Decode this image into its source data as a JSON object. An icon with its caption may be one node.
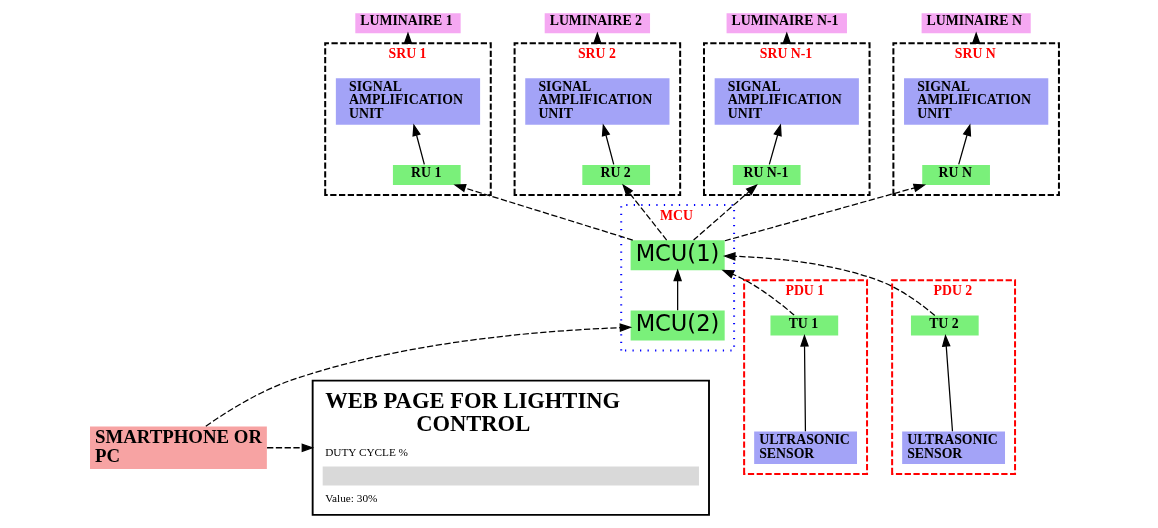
{
  "diagram": {
    "nodes": [
      {
        "text": [
          "LUMINAIRE 1"
        ]
      },
      {
        "text": [
          "LUMINAIRE 2"
        ]
      },
      {
        "text": [
          "LUMINAIRE N-1"
        ]
      },
      {
        "text": [
          "LUMINAIRE N"
        ]
      },
      {
        "text": [
          "SRU 1"
        ]
      },
      {
        "text": [
          "SIGNAL AMPLIFICATION UNIT"
        ],
        "in": 4
      },
      {
        "text": [
          "RU 1"
        ],
        "in": 4
      },
      {
        "text": [
          "SRU 2"
        ]
      },
      {
        "text": [
          "SIGNAL AMPLIFICATION UNIT"
        ],
        "in": 7
      },
      {
        "text": [
          "RU 2"
        ],
        "in": 7
      },
      {
        "text": [
          "SRU N-1"
        ]
      },
      {
        "text": [
          "SIGNAL AMPLIFICATION UNIT"
        ],
        "in": 10
      },
      {
        "text": [
          "RU N-1"
        ],
        "in": 10
      },
      {
        "text": [
          "SRU N"
        ]
      },
      {
        "text": [
          "SIGNAL AMPLIFICATION UNIT"
        ],
        "in": 13
      },
      {
        "text": [
          "RU N"
        ],
        "in": 13
      },
      {
        "text": [
          "WEB PAGE FOR LIGHTING CONTROL",
          "DUTY CYCLE %",
          "Value: 30%"
        ]
      },
      {
        "text": [
          "MCU"
        ]
      },
      {
        "text": [
          "MCU(2)"
        ],
        "in": 17
      },
      {
        "text": [
          "MCU(1)"
        ],
        "in": 17
      },
      {
        "text": [
          "SMARTPHONE OR PC"
        ]
      },
      {
        "text": [
          "PDU 1"
        ]
      },
      {
        "text": [
          "TU 1"
        ],
        "in": 21
      },
      {
        "text": [
          "ULTRASONIC SENSOR"
        ],
        "in": 21
      },
      {
        "text": [
          "PDU 2"
        ]
      },
      {
        "text": [
          "TU 2"
        ],
        "in": 24
      },
      {
        "text": [
          "ULTRASONIC SENSOR"
        ],
        "in": 24
      }
    ],
    "edges": [
      {
        "from": 4,
        "to": 0,
        "arrow": "to"
      },
      {
        "from": 7,
        "to": 1,
        "arrow": "to"
      },
      {
        "from": 10,
        "to": 2,
        "arrow": "to"
      },
      {
        "from": 13,
        "to": 3,
        "arrow": "to"
      },
      {
        "from": 6,
        "to": 5,
        "arrow": "to"
      },
      {
        "from": 9,
        "to": 8,
        "arrow": "to"
      },
      {
        "from": 12,
        "to": 11,
        "arrow": "to"
      },
      {
        "from": 15,
        "to": 14,
        "arrow": "to"
      },
      {
        "from": 19,
        "to": 6,
        "arrow": "to",
        "style": "dashed"
      },
      {
        "from": 19,
        "to": 9,
        "arrow": "to",
        "style": "dashed"
      },
      {
        "from": 19,
        "to": 12,
        "arrow": "to",
        "style": "dashed"
      },
      {
        "from": 19,
        "to": 15,
        "arrow": "to",
        "style": "dashed"
      },
      {
        "from": 20,
        "to": 16,
        "arrow": "to",
        "style": "dashed"
      },
      {
        "from": 20,
        "to": 18,
        "arrow": "to",
        "style": "dashed"
      },
      {
        "from": 18,
        "to": 19,
        "arrow": "to"
      },
      {
        "from": 22,
        "to": 19,
        "arrow": "to",
        "style": "dashed"
      },
      {
        "from": 25,
        "to": 19,
        "arrow": "to",
        "style": "dashed"
      },
      {
        "from": 23,
        "to": 22,
        "arrow": "to"
      },
      {
        "from": 26,
        "to": 25,
        "arrow": "to"
      }
    ]
  }
}
